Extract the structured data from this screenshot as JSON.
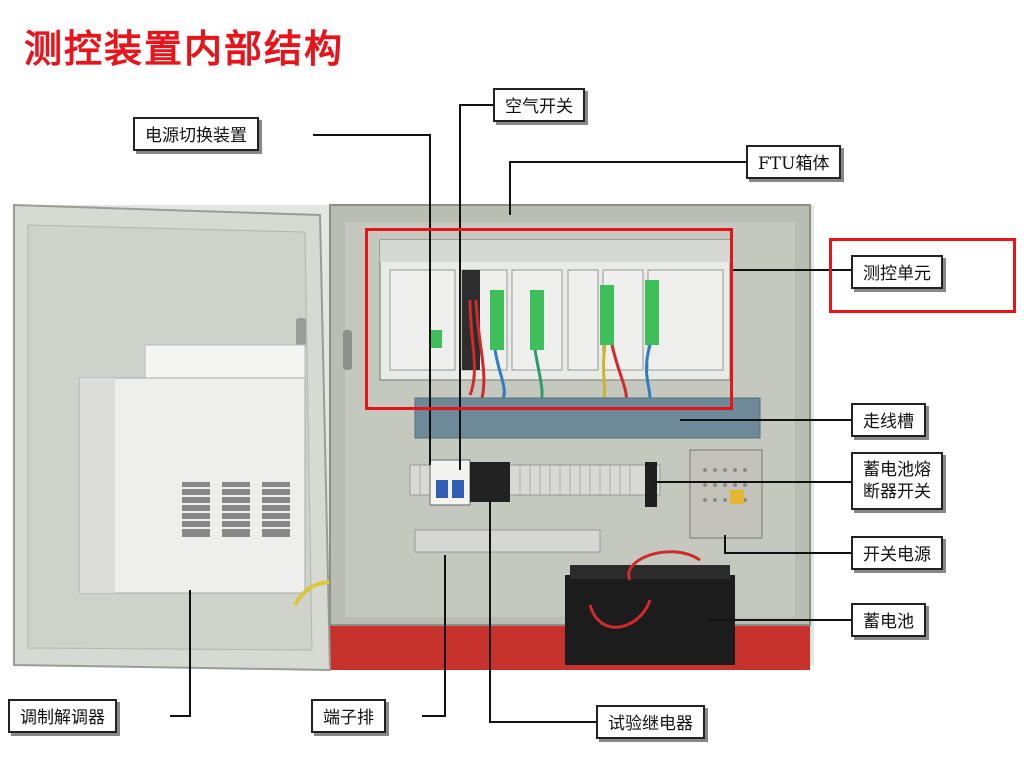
{
  "title": "测控装置内部结构",
  "labels": {
    "power_switch_device": "电源切换装置",
    "air_switch": "空气开关",
    "ftu_box": "FTU箱体",
    "control_unit": "测控单元",
    "wire_duct": "走线槽",
    "battery_fuse_line1": "蓄电池熔",
    "battery_fuse_line2": "断器开关",
    "switching_power": "开关电源",
    "battery": "蓄电池",
    "modem": "调制解调器",
    "terminal_block": "端子排",
    "test_relay": "试验继电器"
  },
  "colors": {
    "title": "#e8141b",
    "highlight": "#e8141b",
    "cabinet": "#b9bdb3",
    "base": "#c8322c"
  }
}
